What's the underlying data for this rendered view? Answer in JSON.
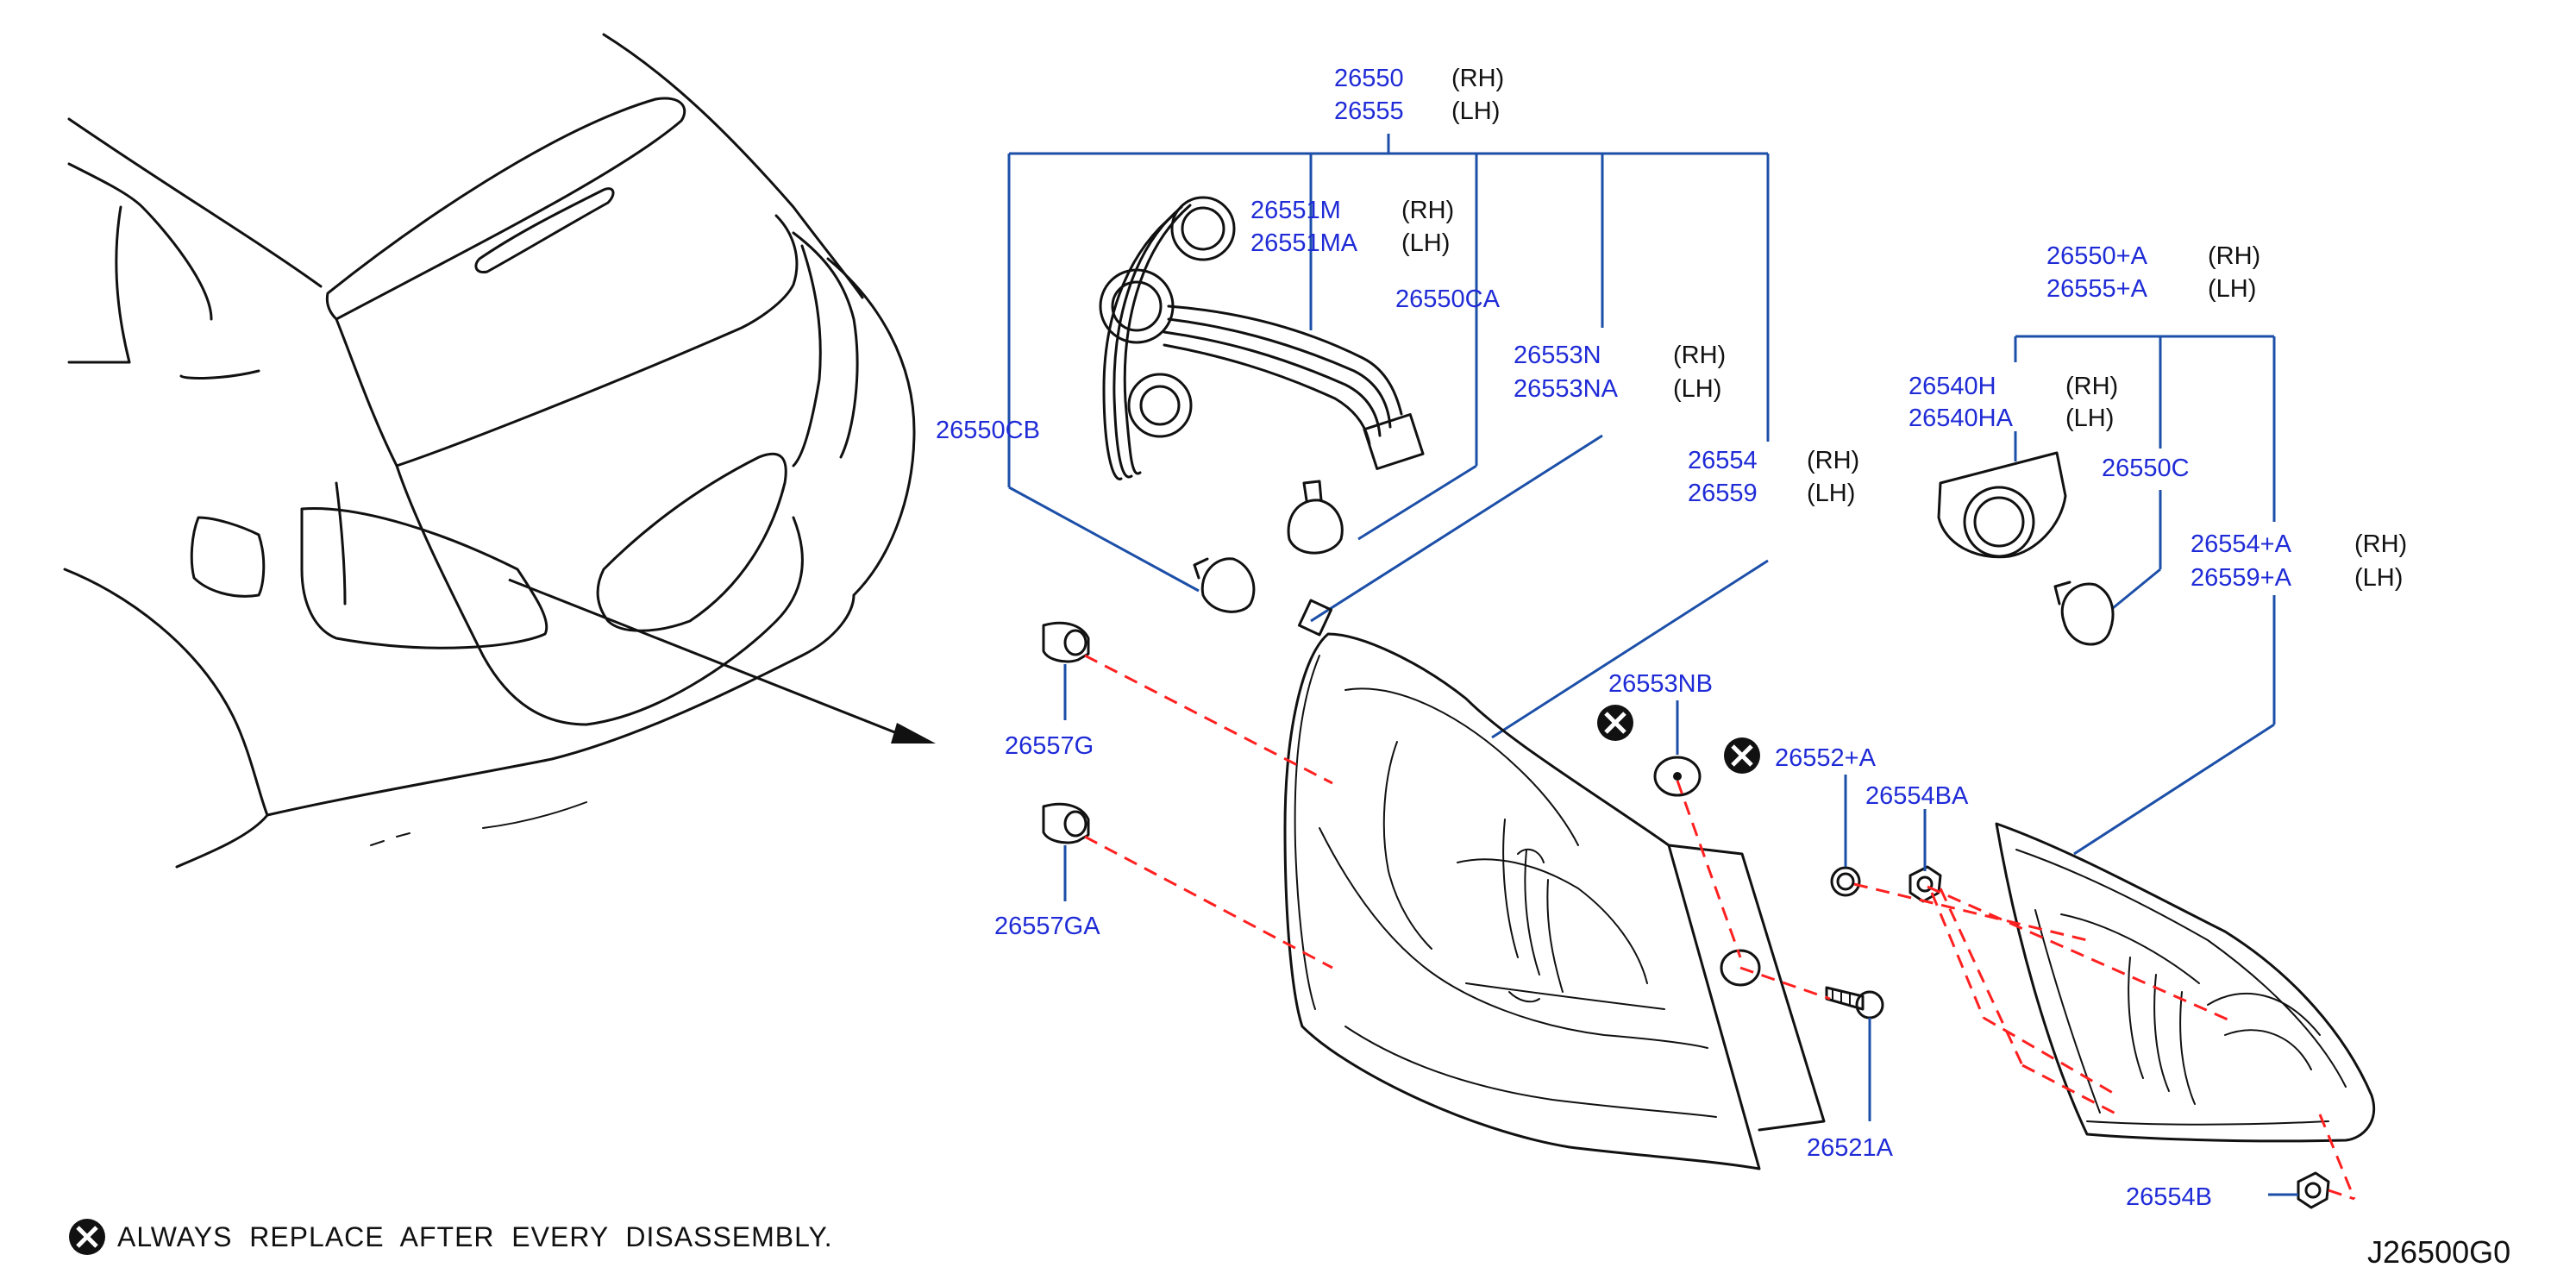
{
  "parts": [
    {
      "id": "26550",
      "side": "(RH)"
    },
    {
      "id": "26555",
      "side": "(LH)"
    },
    {
      "id": "26551M",
      "side": "(RH)"
    },
    {
      "id": "26551MA",
      "side": "(LH)"
    },
    {
      "id": "26550CA",
      "side": ""
    },
    {
      "id": "26550CB",
      "side": ""
    },
    {
      "id": "26553N",
      "side": "(RH)"
    },
    {
      "id": "26553NA",
      "side": "(LH)"
    },
    {
      "id": "26554",
      "side": "(RH)"
    },
    {
      "id": "26559",
      "side": "(LH)"
    },
    {
      "id": "26550+A",
      "side": "(RH)"
    },
    {
      "id": "26555+A",
      "side": "(LH)"
    },
    {
      "id": "26540H",
      "side": "(RH)"
    },
    {
      "id": "26540HA",
      "side": "(LH)"
    },
    {
      "id": "26550C",
      "side": ""
    },
    {
      "id": "26554+A",
      "side": "(RH)"
    },
    {
      "id": "26559+A",
      "side": "(LH)"
    },
    {
      "id": "26557G",
      "side": ""
    },
    {
      "id": "26557GA",
      "side": ""
    },
    {
      "id": "26553NB",
      "side": ""
    },
    {
      "id": "26552+A",
      "side": ""
    },
    {
      "id": "26554BA",
      "side": ""
    },
    {
      "id": "26521A",
      "side": ""
    },
    {
      "id": "26554B",
      "side": ""
    }
  ],
  "note": {
    "text": "ALWAYS  REPLACE  AFTER  EVERY  DISASSEMBLY.",
    "symbol": "x-circle-icon"
  },
  "diagram_ref": "J26500G0",
  "colors": {
    "label": "#1f2bd6",
    "leader": "#1c4fa8",
    "dashed_path": "#ff2020",
    "outline": "#111111"
  }
}
